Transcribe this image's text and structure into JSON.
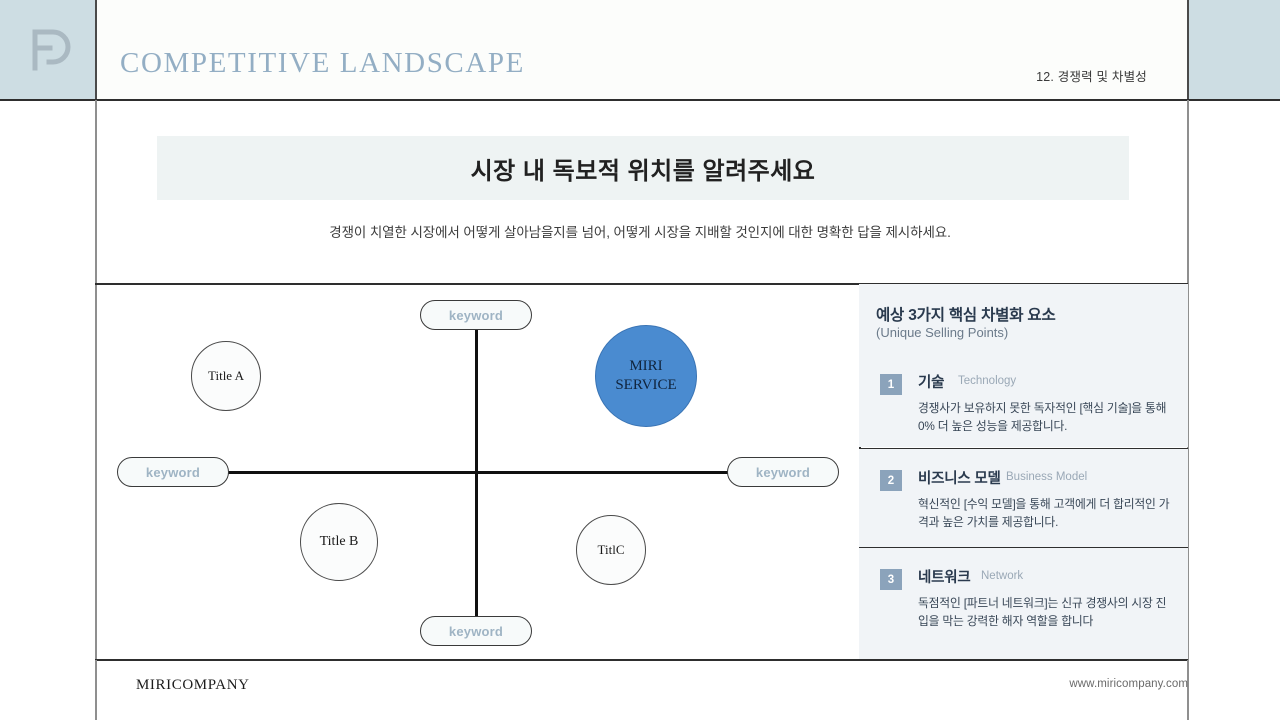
{
  "header": {
    "logo_alt": "miricompany-logo",
    "title": "COMPETITIVE LANDSCAPE",
    "section_tag": "12. 경쟁력 및 차별성"
  },
  "banner": {
    "title": "시장 내 독보적 위치를 알려주세요",
    "subtitle": "경쟁이 치열한 시장에서 어떻게 살아남을지를 넘어, 어떻게 시장을 지배할 것인지에 대한 명확한 답을 제시하세요."
  },
  "diagram": {
    "pills": [
      {
        "id": "top",
        "label": "keyword"
      },
      {
        "id": "right",
        "label": "keyword"
      },
      {
        "id": "bottom",
        "label": "keyword"
      },
      {
        "id": "left",
        "label": "keyword"
      }
    ],
    "nodes": [
      {
        "id": "a",
        "label": "Title A"
      },
      {
        "id": "b",
        "label": "Title B"
      },
      {
        "id": "c",
        "label": "TitlC"
      }
    ],
    "main_node": {
      "line1": "MIRI",
      "line2": "SERVICE",
      "color": "#4a8bd0"
    }
  },
  "panel": {
    "title": "예상 3가지 핵심 차별화 요소",
    "subtitle": "(Unique Selling Points)",
    "badge_color": "#8ba3bb",
    "items": [
      {
        "number": "1",
        "name": "기술",
        "name_en": "Technology",
        "desc": "경쟁사가 보유하지 못한 독자적인 [핵심 기술]을 통해 0% 더 높은 성능을 제공합니다."
      },
      {
        "number": "2",
        "name": "비즈니스 모델",
        "name_en": "Business Model",
        "desc": "혁신적인 [수익 모델]을 통해 고객에게 더 합리적인 가격과 높은 가치를 제공합니다."
      },
      {
        "number": "3",
        "name": "네트워크",
        "name_en": "Network",
        "desc": "독점적인 [파트너 네트워크]는 신규 경쟁사의 시장 진입을 막는 강력한 해자 역할을 합니다"
      }
    ]
  },
  "footer": {
    "brand": "MIRICOMPANY",
    "url": "www.miricompany.com"
  }
}
